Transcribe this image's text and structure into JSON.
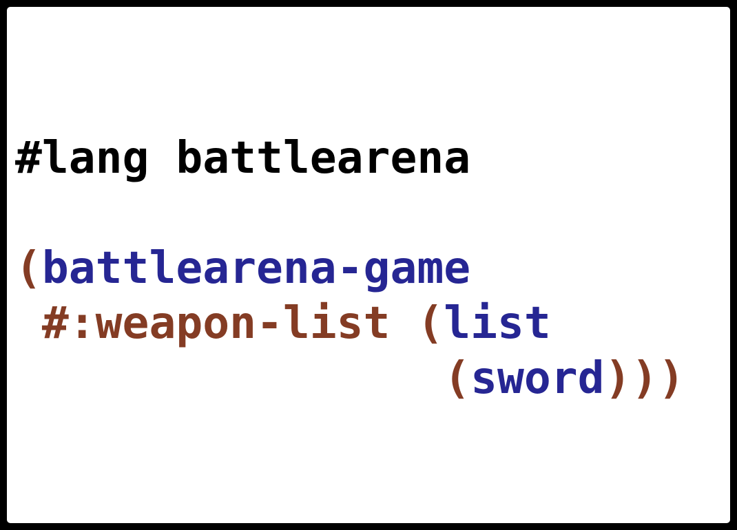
{
  "editor": {
    "line1": "#lang battlearena",
    "line2": {
      "open_paren": "(",
      "form_name": "battlearena-game"
    },
    "line3": {
      "indent": " ",
      "keyword": "#:weapon-list",
      "space": " ",
      "open_paren": "(",
      "fn_name": "list"
    },
    "line4": {
      "indent": "                ",
      "open_paren": "(",
      "arg": "sword",
      "close_parens": ")))"
    }
  },
  "colors": {
    "background": "#ffffff",
    "frame": "#000000",
    "plain_text": "#000000",
    "identifier": "#262693",
    "paren_keyword": "#843c24"
  }
}
